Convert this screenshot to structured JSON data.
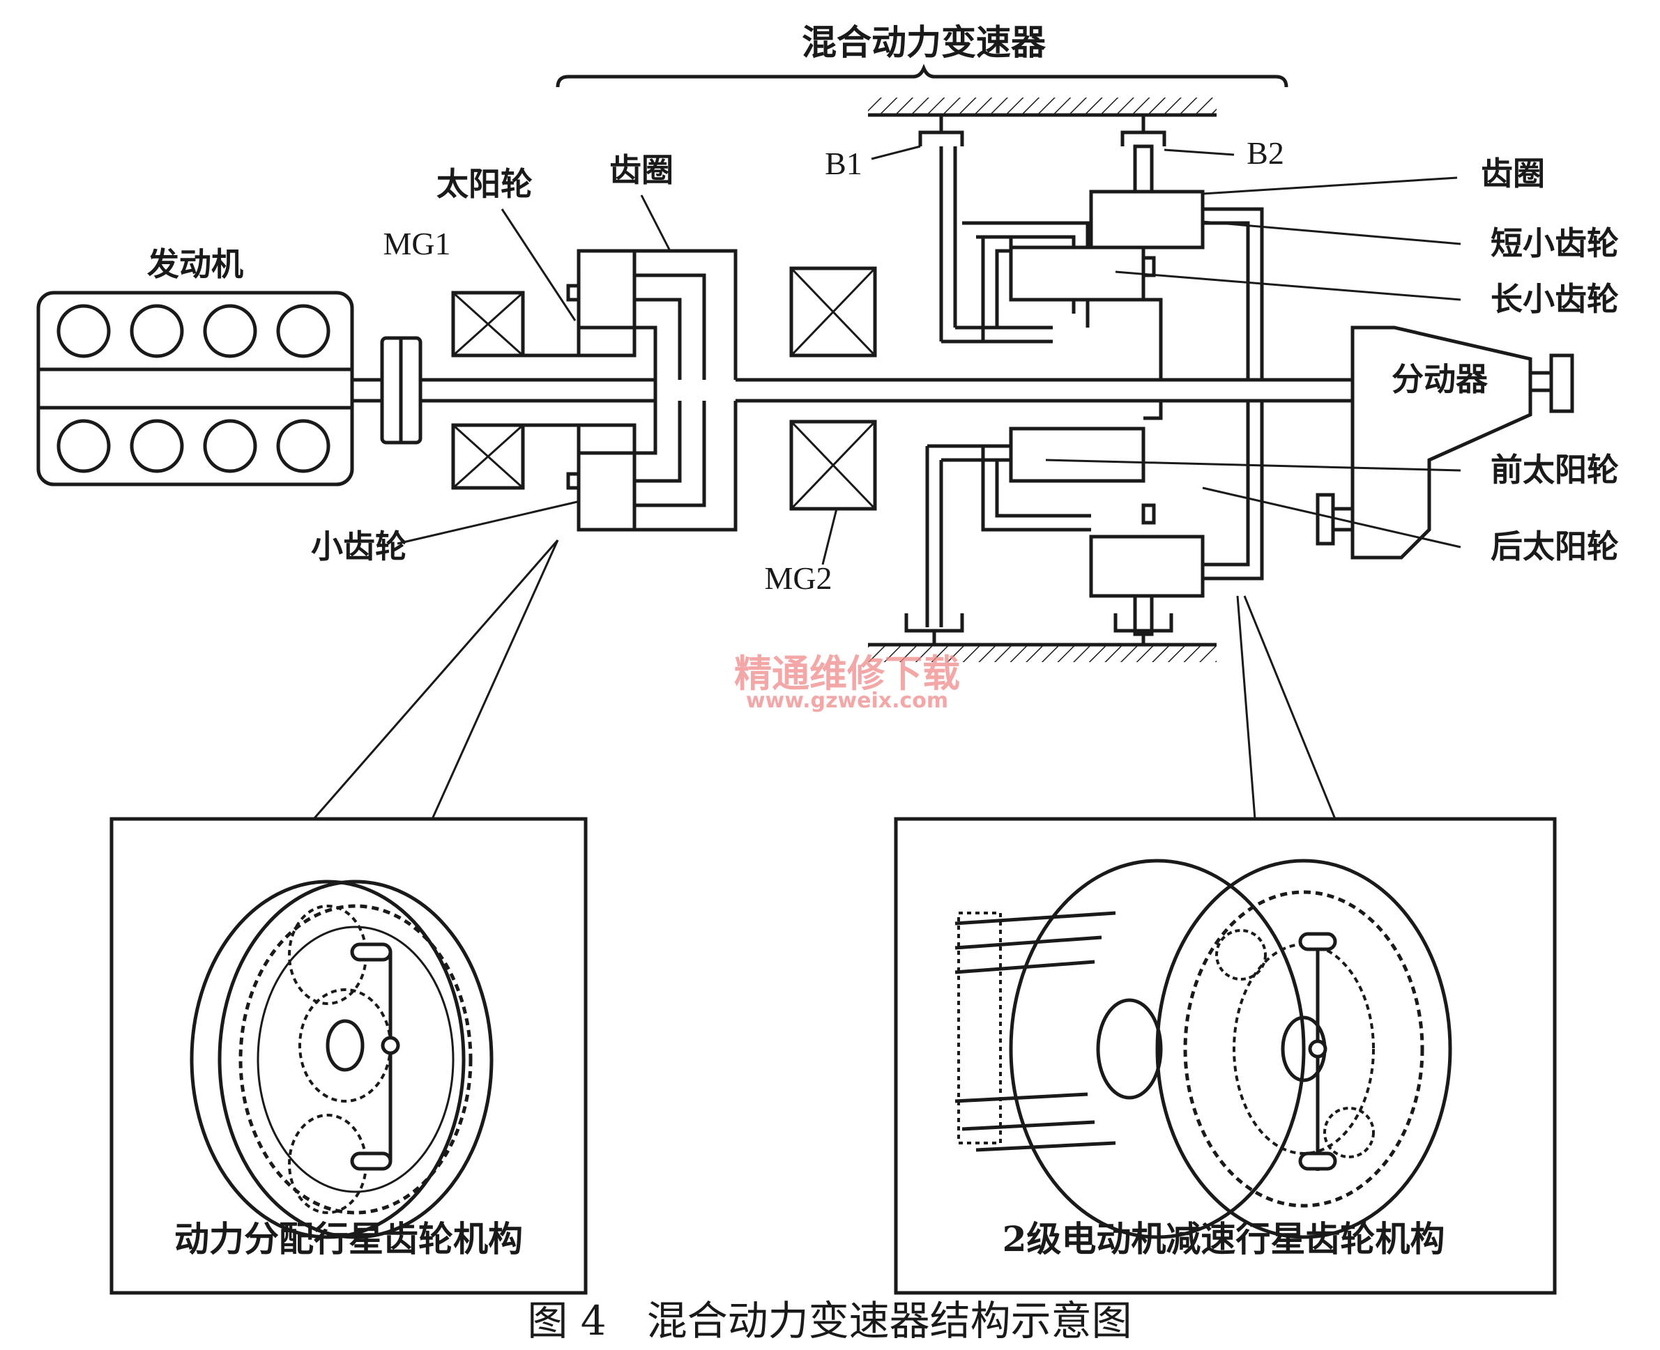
{
  "title": "混合动力变速器",
  "labels": {
    "engine": "发动机",
    "mg1": "MG1",
    "mg2": "MG2",
    "sun_gear": "太阳轮",
    "ring_gear_left": "齿圈",
    "pinion": "小齿轮",
    "b1": "B1",
    "b2": "B2",
    "ring_gear_right": "齿圈",
    "short_pinion": "短小齿轮",
    "long_pinion": "长小齿轮",
    "transfer": "分动器",
    "front_sun": "前太阳轮",
    "rear_sun": "后太阳轮"
  },
  "insets": {
    "left_caption": "动力分配行星齿轮机构",
    "right_caption": "2级电动机减速行星齿轮机构"
  },
  "watermark": {
    "line1": "精通维修下载",
    "line2": "www.gzweix.com"
  },
  "figure_caption": "图 4　混合动力变速器结构示意图"
}
